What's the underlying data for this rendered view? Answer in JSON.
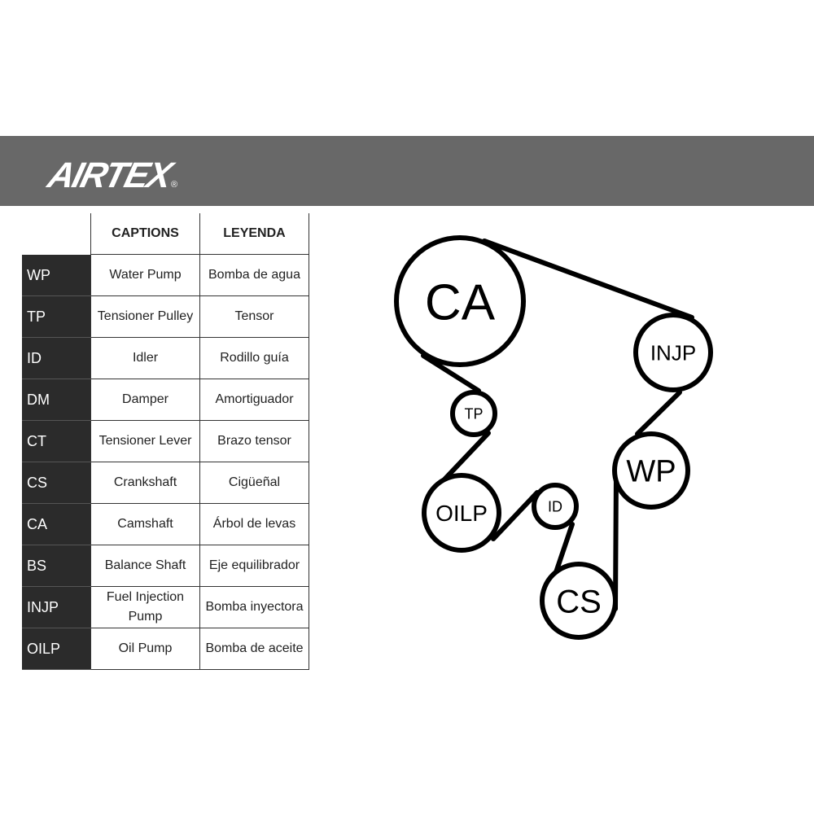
{
  "brand": {
    "logo_text": "AIRTEX",
    "registered": "®"
  },
  "table": {
    "headers": [
      "CAPTIONS",
      "LEYENDA"
    ],
    "rows": [
      {
        "code": "WP",
        "caption": "Water Pump",
        "leyenda": "Bomba de agua"
      },
      {
        "code": "TP",
        "caption": "Tensioner Pulley",
        "leyenda": "Tensor"
      },
      {
        "code": "ID",
        "caption": "Idler",
        "leyenda": "Rodillo guía"
      },
      {
        "code": "DM",
        "caption": "Damper",
        "leyenda": "Amortiguador"
      },
      {
        "code": "CT",
        "caption": "Tensioner Lever",
        "leyenda": "Brazo tensor"
      },
      {
        "code": "CS",
        "caption": "Crankshaft",
        "leyenda": "Cigüeñal"
      },
      {
        "code": "CA",
        "caption": "Camshaft",
        "leyenda": "Árbol de levas"
      },
      {
        "code": "BS",
        "caption": "Balance Shaft",
        "leyenda": "Eje equilibrador"
      },
      {
        "code": "INJP",
        "caption": "Fuel Injection Pump",
        "leyenda": "Bomba inyectora"
      },
      {
        "code": "OILP",
        "caption": "Oil Pump",
        "leyenda": "Bomba de aceite"
      }
    ]
  },
  "diagram": {
    "pulleys": [
      "CA",
      "INJP",
      "TP",
      "WP",
      "OILP",
      "ID",
      "CS"
    ]
  }
}
